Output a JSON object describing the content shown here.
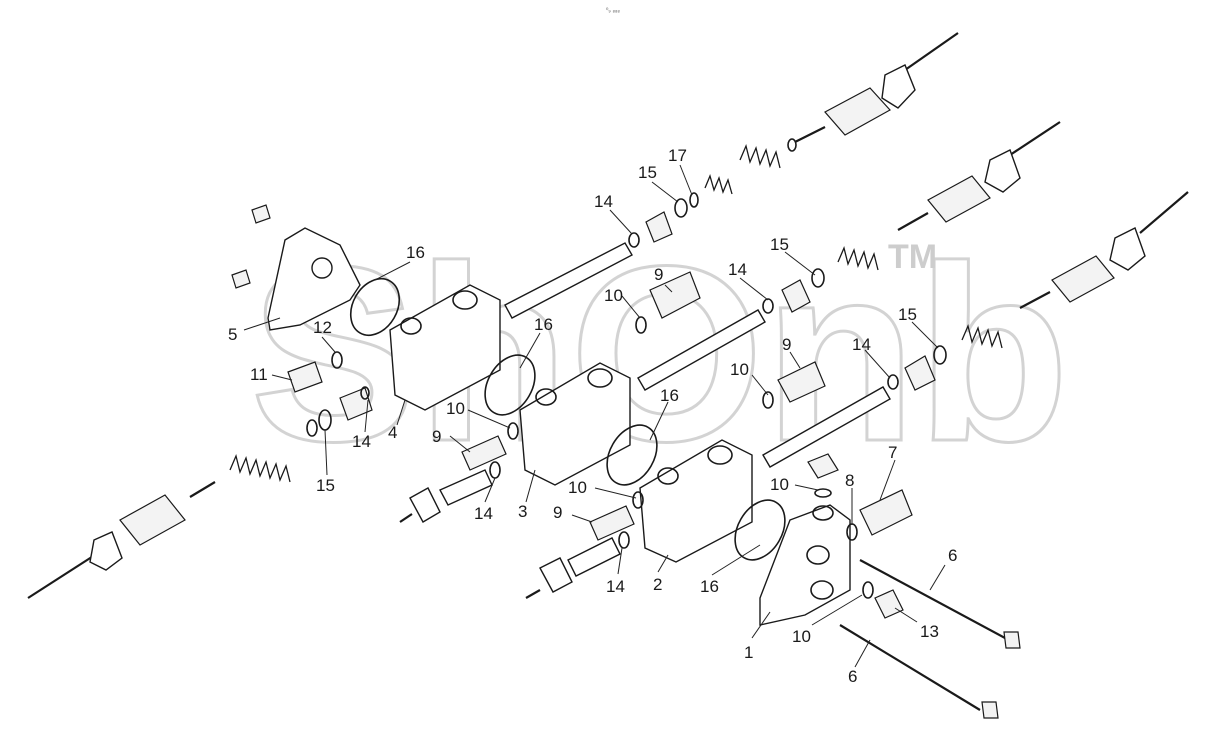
{
  "header": {
    "tiny_mark": "⁰₉ ₈₈₈"
  },
  "watermark": {
    "text": "ShOnb",
    "tm": "TM"
  },
  "callouts": [
    {
      "id": "c5",
      "text": "5"
    },
    {
      "id": "c16a",
      "text": "16"
    },
    {
      "id": "c12",
      "text": "12"
    },
    {
      "id": "c11",
      "text": "11"
    },
    {
      "id": "c14a",
      "text": "14"
    },
    {
      "id": "c4",
      "text": "4"
    },
    {
      "id": "c15a",
      "text": "15"
    },
    {
      "id": "c16b",
      "text": "16"
    },
    {
      "id": "c10a",
      "text": "10"
    },
    {
      "id": "c9a",
      "text": "9"
    },
    {
      "id": "c14b",
      "text": "14"
    },
    {
      "id": "c3",
      "text": "3"
    },
    {
      "id": "c14c",
      "text": "14"
    },
    {
      "id": "c15b",
      "text": "15"
    },
    {
      "id": "c17",
      "text": "17"
    },
    {
      "id": "c10b",
      "text": "10"
    },
    {
      "id": "c9b",
      "text": "9"
    },
    {
      "id": "c14d",
      "text": "14"
    },
    {
      "id": "c15c",
      "text": "15"
    },
    {
      "id": "c10c",
      "text": "10"
    },
    {
      "id": "c9c",
      "text": "9"
    },
    {
      "id": "c16c",
      "text": "16"
    },
    {
      "id": "c10d",
      "text": "10"
    },
    {
      "id": "c14e",
      "text": "14"
    },
    {
      "id": "c15d",
      "text": "15"
    },
    {
      "id": "c9d",
      "text": "9"
    },
    {
      "id": "c10e",
      "text": "10"
    },
    {
      "id": "c8",
      "text": "8"
    },
    {
      "id": "c7",
      "text": "7"
    },
    {
      "id": "c14f",
      "text": "14"
    },
    {
      "id": "c2",
      "text": "2"
    },
    {
      "id": "c16d",
      "text": "16"
    },
    {
      "id": "c6a",
      "text": "6"
    },
    {
      "id": "c13",
      "text": "13"
    },
    {
      "id": "c10f",
      "text": "10"
    },
    {
      "id": "c1",
      "text": "1"
    },
    {
      "id": "c6b",
      "text": "6"
    }
  ]
}
